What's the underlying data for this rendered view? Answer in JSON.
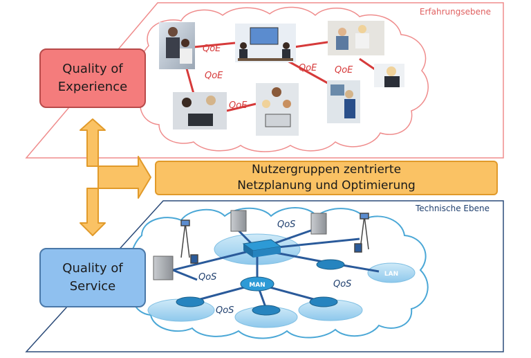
{
  "top_plane": {
    "label": "Erfahrungsebene",
    "box": {
      "line1": "Quality of",
      "line2": "Experience"
    },
    "link_label": "QoE"
  },
  "bottom_plane": {
    "label": "Technische Ebene",
    "box": {
      "line1": "Quality of",
      "line2": "Service"
    },
    "link_label": "QoS",
    "man_label": "MAN",
    "lan_label": "LAN"
  },
  "center": {
    "line1": "Nutzergruppen zentrierte",
    "line2": "Netzplanung und Optimierung"
  },
  "colors": {
    "qoe_fill": "#f47c7c",
    "qos_fill": "#8fc0ef",
    "center_fill": "#fac264",
    "top_plane_stroke": "#ef8c8c",
    "bottom_plane_stroke": "#2a4a78"
  }
}
